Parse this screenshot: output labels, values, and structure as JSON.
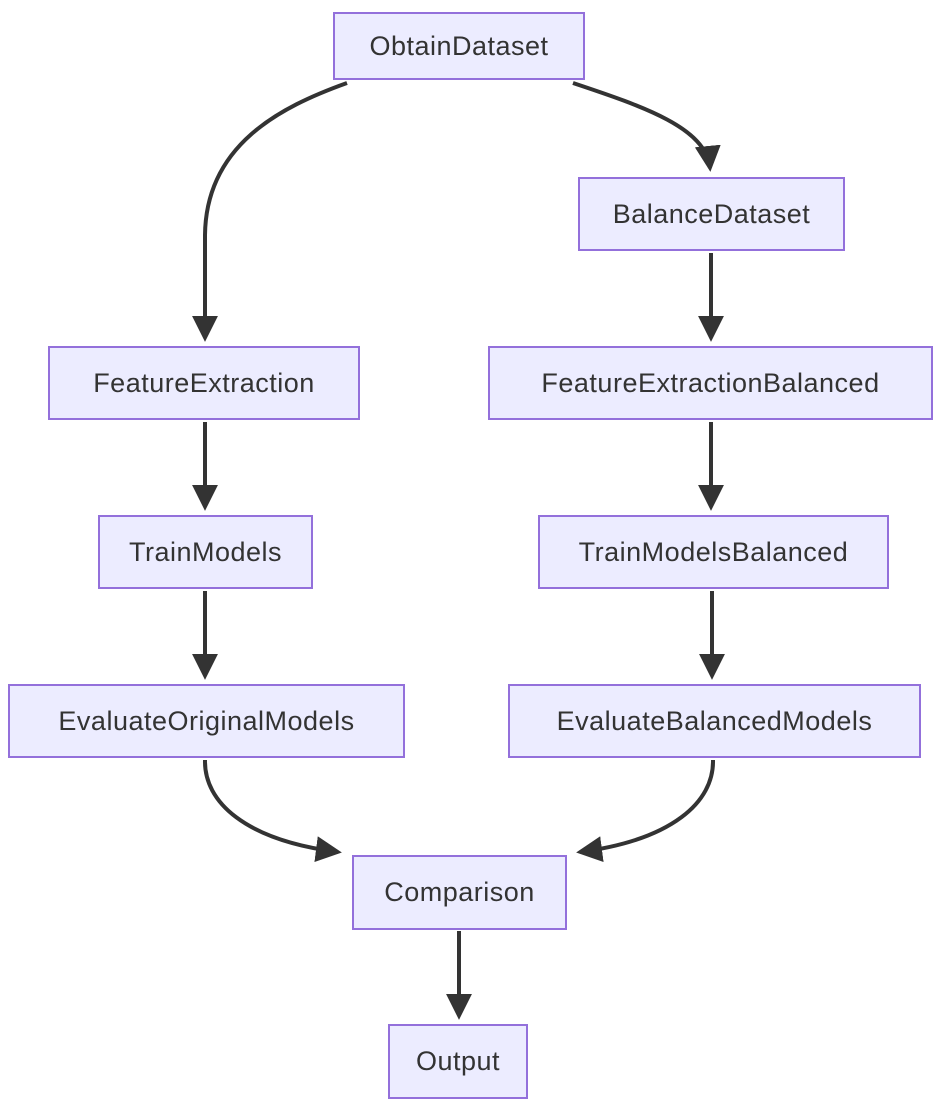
{
  "diagram": {
    "type": "flowchart",
    "orientation": "top-down",
    "background": "#FFFFFF",
    "node_style": {
      "fill": "#ECECFF",
      "border": "#9370DB",
      "text_color": "#333333"
    },
    "edge_style": {
      "color": "#333333",
      "arrowhead": "filled-triangle"
    },
    "nodes": {
      "obtain_dataset": {
        "label": "ObtainDataset"
      },
      "balance_dataset": {
        "label": "BalanceDataset"
      },
      "feature_extraction": {
        "label": "FeatureExtraction"
      },
      "feature_extraction_balanced": {
        "label": "FeatureExtractionBalanced"
      },
      "train_models": {
        "label": "TrainModels"
      },
      "train_models_balanced": {
        "label": "TrainModelsBalanced"
      },
      "evaluate_original_models": {
        "label": "EvaluateOriginalModels"
      },
      "evaluate_balanced_models": {
        "label": "EvaluateBalancedModels"
      },
      "comparison": {
        "label": "Comparison"
      },
      "output": {
        "label": "Output"
      }
    },
    "edges": [
      {
        "from": "ObtainDataset",
        "to": "FeatureExtraction"
      },
      {
        "from": "ObtainDataset",
        "to": "BalanceDataset"
      },
      {
        "from": "BalanceDataset",
        "to": "FeatureExtractionBalanced"
      },
      {
        "from": "FeatureExtraction",
        "to": "TrainModels"
      },
      {
        "from": "FeatureExtractionBalanced",
        "to": "TrainModelsBalanced"
      },
      {
        "from": "TrainModels",
        "to": "EvaluateOriginalModels"
      },
      {
        "from": "TrainModelsBalanced",
        "to": "EvaluateBalancedModels"
      },
      {
        "from": "EvaluateOriginalModels",
        "to": "Comparison"
      },
      {
        "from": "EvaluateBalancedModels",
        "to": "Comparison"
      },
      {
        "from": "Comparison",
        "to": "Output"
      }
    ]
  }
}
